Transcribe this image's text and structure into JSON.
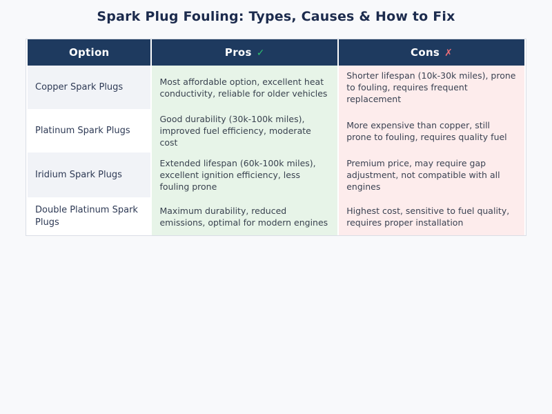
{
  "page": {
    "title": "Spark Plug Fouling: Types, Causes & How to Fix",
    "background_color": "#f8f9fb"
  },
  "table": {
    "headers": {
      "option": "Option",
      "pros": "Pros",
      "pros_icon": "✓",
      "cons": "Cons",
      "cons_icon": "✗"
    },
    "colors": {
      "header_bg": "#1e3a5f",
      "header_text": "#ffffff",
      "pros_cell_bg": "#e7f4e8",
      "cons_cell_bg": "#fdecec",
      "option_alt_row_bg": "#f1f3f7",
      "pros_icon_color": "#2fbf71",
      "cons_icon_color": "#ea6e77"
    },
    "rows": [
      {
        "option": "Copper Spark Plugs",
        "pros": "Most affordable option, excellent heat conductivity, reliable for older vehicles",
        "cons": "Shorter lifespan (10k-30k miles), prone to fouling, requires frequent replacement"
      },
      {
        "option": "Platinum Spark Plugs",
        "pros": "Good durability (30k-100k miles), improved fuel efficiency, moderate cost",
        "cons": "More expensive than copper, still prone to fouling, requires quality fuel"
      },
      {
        "option": "Iridium Spark Plugs",
        "pros": "Extended lifespan (60k-100k miles), excellent ignition efficiency, less fouling prone",
        "cons": "Premium price, may require gap adjustment, not compatible with all engines"
      },
      {
        "option": "Double Platinum Spark Plugs",
        "pros": "Maximum durability, reduced emissions, optimal for modern engines",
        "cons": "Highest cost, sensitive to fuel quality, requires proper installation"
      }
    ]
  },
  "chart_data": {
    "type": "table",
    "title": "Spark Plug Fouling: Types, Causes & How to Fix",
    "columns": [
      "Option",
      "Pros",
      "Cons"
    ],
    "rows": [
      [
        "Copper Spark Plugs",
        "Most affordable option, excellent heat conductivity, reliable for older vehicles",
        "Shorter lifespan (10k-30k miles), prone to fouling, requires frequent replacement"
      ],
      [
        "Platinum Spark Plugs",
        "Good durability (30k-100k miles), improved fuel efficiency, moderate cost",
        "More expensive than copper, still prone to fouling, requires quality fuel"
      ],
      [
        "Iridium Spark Plugs",
        "Extended lifespan (60k-100k miles), excellent ignition efficiency, less fouling prone",
        "Premium price, may require gap adjustment, not compatible with all engines"
      ],
      [
        "Double Platinum Spark Plugs",
        "Maximum durability, reduced emissions, optimal for modern engines",
        "Highest cost, sensitive to fuel quality, requires proper installation"
      ]
    ],
    "layout_hints": {
      "pros_column_tint": "light-green",
      "cons_column_tint": "light-red",
      "option_rows_alternate": true,
      "header_style": "dark-navy"
    }
  }
}
